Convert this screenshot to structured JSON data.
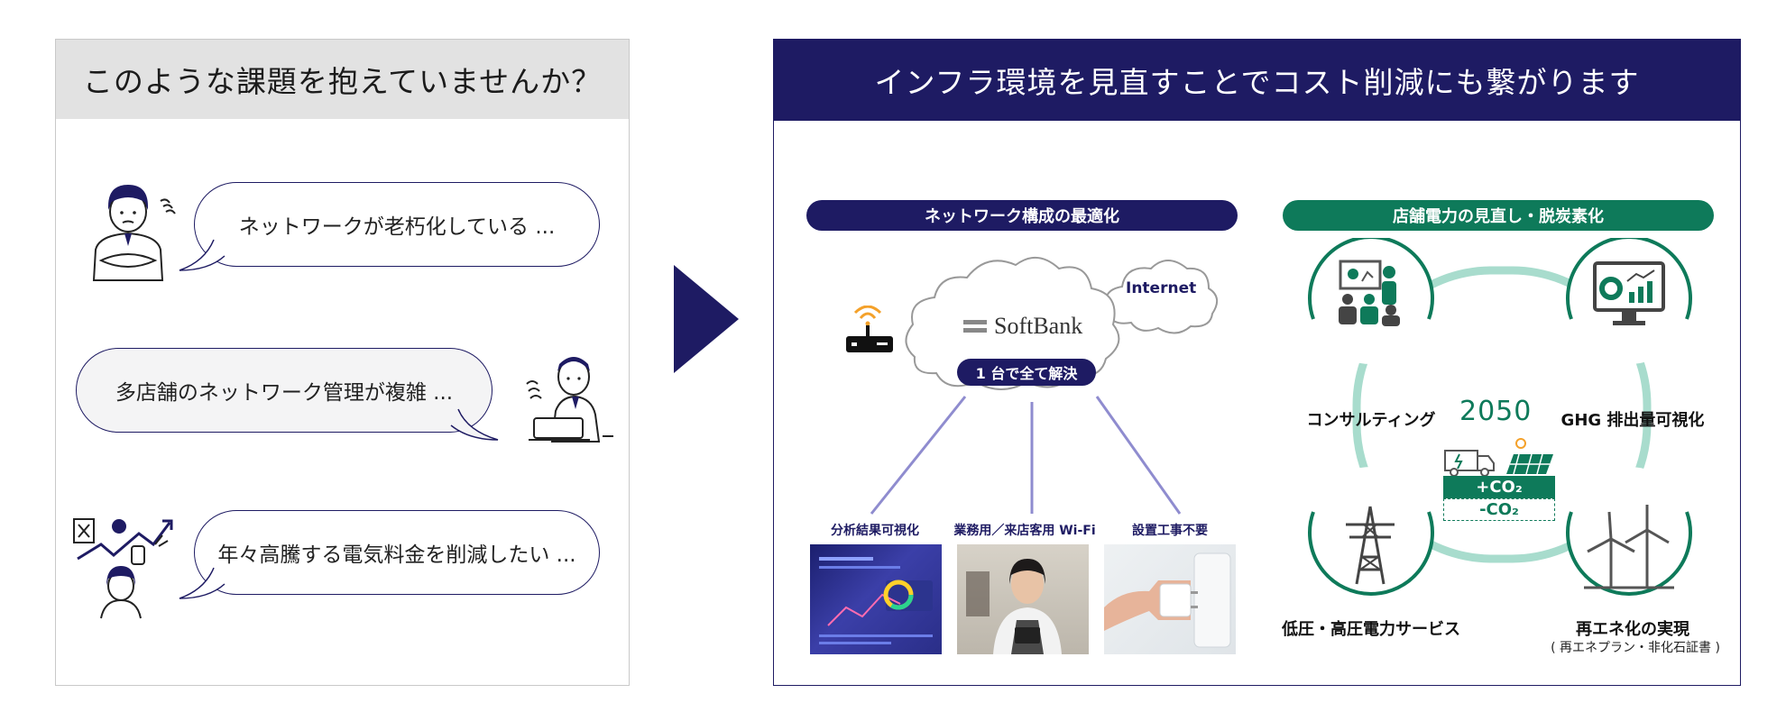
{
  "left": {
    "header": "このような課題を抱えていませんか？",
    "bubbles": [
      "ネットワークが老朽化している ...",
      "多店舗のネットワーク管理が複雑 ...",
      "年々高騰する電気料金を削減したい ..."
    ]
  },
  "right": {
    "header": "インフラ環境を見直すことでコスト削減にも繋がります",
    "network": {
      "title": "ネットワーク構成の最適化",
      "internet": "Internet",
      "brand": "SoftBank",
      "solve": "1 台で全て解決",
      "items": [
        "分析結果可視化",
        "業務用／来店客用 Wi-Fi",
        "設置工事不要"
      ]
    },
    "power": {
      "title": "店舗電力の見直し・脱炭素化",
      "year": "2050",
      "co2_plus": "+CO₂",
      "co2_minus": "-CO₂",
      "items": [
        "コンサルティング",
        "GHG 排出量可視化",
        "低圧・高圧電力サービス",
        "再エネ化の実現"
      ],
      "note": "( 再エネプラン・非化石証書 )"
    }
  },
  "colors": {
    "navy": "#1e1b63",
    "green": "#0e7a5a",
    "mint": "#a8dccd",
    "lavender": "#8f8ccf"
  }
}
